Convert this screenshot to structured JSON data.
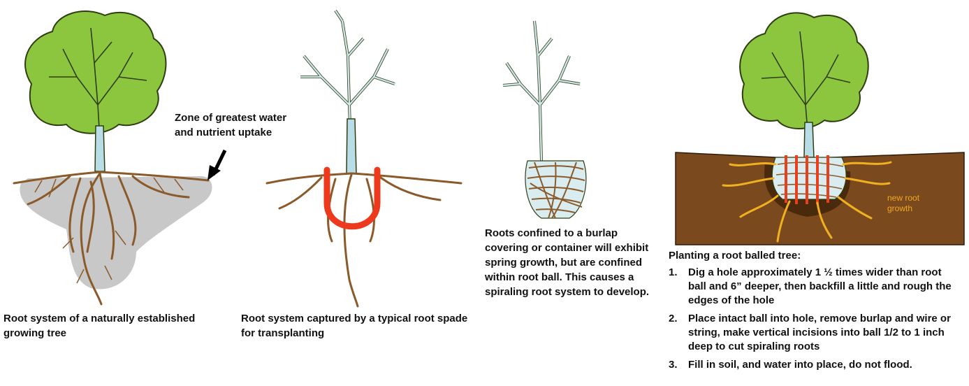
{
  "panels": [
    {
      "caption": "Root system of a naturally established growing tree"
    },
    {
      "caption": "Root system captured by a typical root spade for transplanting"
    },
    {
      "caption": "Roots confined to a burlap covering or container will exhibit spring growth, but are confined within root ball.  This causes a spiraling root system to develop."
    },
    {
      "caption": "Planting a root balled tree:"
    }
  ],
  "zone_label": "Zone of greatest water and nutrient uptake",
  "new_root_label": "new root growth",
  "steps": [
    {
      "num": "1.",
      "text": "Dig a hole approximately 1 ½ times wider than root ball and 6” deeper, then backfill a little and rough the edges of the hole"
    },
    {
      "num": "2.",
      "text": "Place intact ball into hole, remove burlap and wire or string, make vertical incisions into ball 1/2 to 1 inch deep to cut spiraling roots"
    },
    {
      "num": "3.",
      "text": "Fill in soil,  and water into place, do not flood."
    }
  ],
  "colors": {
    "canopy": "#8cc63f",
    "canopy_outline": "#2f3e12",
    "bare_branch": "#cfe6ec",
    "trunk": "#b9dde6",
    "root": "#8b5a2b",
    "uptake_zone": "#c8c8c8",
    "spade": "#ee3a1c",
    "soil": "#7a4a1e",
    "hole": "#4a2a0c",
    "new_root": "#f0b020",
    "incision": "#e8401c"
  },
  "icons": [
    "tree-illustration",
    "arrow-icon"
  ]
}
